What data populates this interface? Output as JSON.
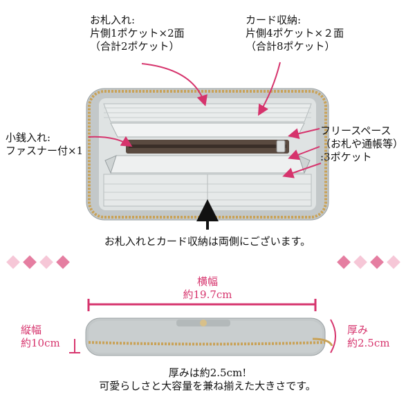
{
  "callouts": {
    "bill_pocket": {
      "title": "お札入れ:",
      "line1": "片側1ポケット×2面",
      "line2": "（合計2ポケット）"
    },
    "card_slots": {
      "title": "カード収納:",
      "line1": "片側4ポケット×２面",
      "line2": "（合計8ポケット）"
    },
    "coin_pocket": {
      "title": "小銭入れ:",
      "line1": "ファスナー付×1"
    },
    "free_space": {
      "title": "フリースペース",
      "line1": "（お札や通帳等）",
      "line2": ":3ポケット"
    }
  },
  "note_both_sides": "お札入れとカード収納は両側にございます。",
  "dimensions": {
    "width_label": "横幅",
    "width_value": "約19.7cm",
    "height_label": "縦幅",
    "height_value": "約10cm",
    "depth_label": "厚み",
    "depth_value": "約2.5cm"
  },
  "footer": {
    "line1": "厚みは約2.5cm!",
    "line2": "可愛らしさと大容量を兼ね揃えた大きさです。"
  },
  "colors": {
    "accent": "#d6336c",
    "diamond_dark": "#e57ea1",
    "diamond_light": "#f6c7d7",
    "wallet_gray": "#b9bfc0",
    "zipper_gold": "#c9a257"
  }
}
